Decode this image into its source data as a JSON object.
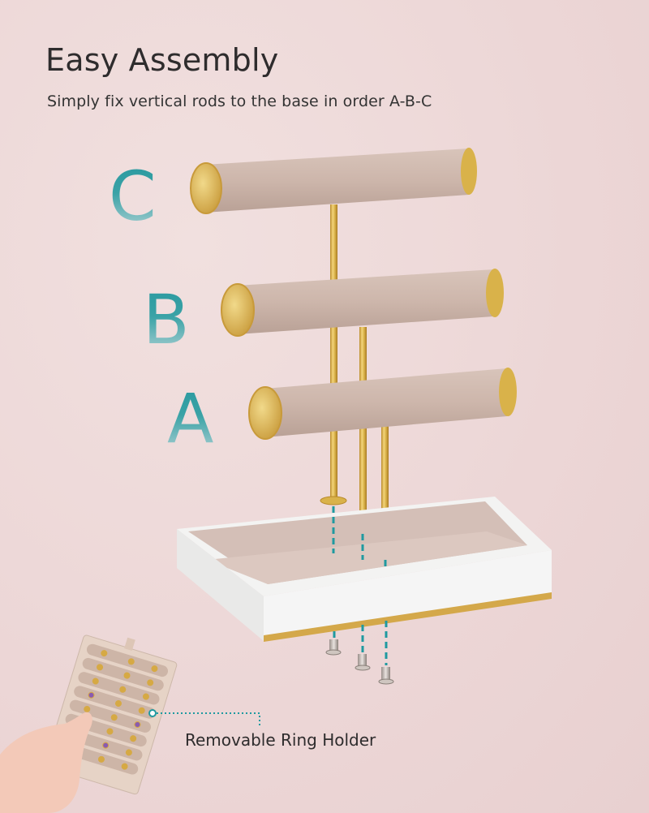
{
  "header": {
    "title": "Easy Assembly",
    "subtitle": "Simply fix vertical rods to the base in order A-B-C"
  },
  "labels": {
    "tier_c": "C",
    "tier_b": "B",
    "tier_a": "A"
  },
  "callout": {
    "text": "Removable Ring Holder"
  },
  "colors": {
    "background": "#efdcdc",
    "accent_teal": "#2a9aa0",
    "gold": "#d9b24a",
    "velvet": "#cfb8ad",
    "tray_white": "#f4f4f4",
    "text_dark": "#2e2c2d"
  }
}
